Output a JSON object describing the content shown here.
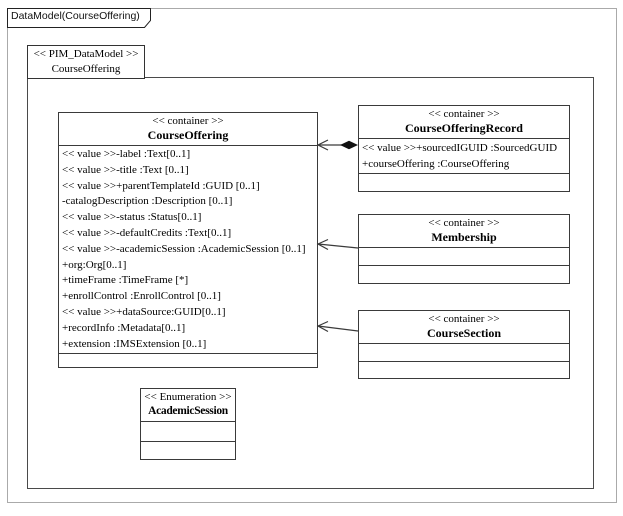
{
  "frame": {
    "tab_label": "DataModel(CourseOffering)"
  },
  "model_frame": {
    "stereotype": "<< PIM_DataModel >>",
    "name": "CourseOffering"
  },
  "classes": {
    "course_offering": {
      "stereotype": "<< container >>",
      "name": "CourseOffering",
      "attributes": [
        "<< value >>-label :Text[0..1]",
        "<< value >>-title :Text [0..1]",
        "<< value >>+parentTemplateId :GUID [0..1]",
        "-catalogDescription :Description [0..1]",
        "<< value >>-status :Status[0..1]",
        "<< value >>-defaultCredits :Text[0..1]",
        "<< value >>-academicSession :AcademicSession [0..1]",
        "+org:Org[0..1]",
        "+timeFrame :TimeFrame [*]",
        "+enrollControl :EnrollControl [0..1]",
        "<< value >>+dataSource:GUID[0..1]",
        "+recordInfo :Metadata[0..1]",
        "+extension :IMSExtension [0..1]"
      ]
    },
    "course_offering_record": {
      "stereotype": "<< container >>",
      "name": "CourseOfferingRecord",
      "attributes": [
        "<< value >>+sourcedIGUID :SourcedGUID",
        "+courseOffering :CourseOffering"
      ]
    },
    "membership": {
      "stereotype": "<< container >>",
      "name": "Membership"
    },
    "course_section": {
      "stereotype": "<< container >>",
      "name": "CourseSection"
    },
    "academic_session": {
      "stereotype": "<< Enumeration >>",
      "name": "AcademicSession"
    }
  },
  "connectors": [
    {
      "from": "CourseOfferingRecord",
      "to": "CourseOffering",
      "type": "composition",
      "diamond_end": "CourseOfferingRecord",
      "arrow_end": "CourseOffering"
    },
    {
      "from": "Membership",
      "to": "CourseOffering",
      "type": "association",
      "arrow_end": "CourseOffering"
    },
    {
      "from": "CourseSection",
      "to": "CourseOffering",
      "type": "association",
      "arrow_end": "CourseOffering"
    }
  ],
  "colors": {
    "diagram_line": "#3a3a3a",
    "outer_border": "#aaaaaa",
    "background": "#ffffff",
    "text": "#000000"
  }
}
